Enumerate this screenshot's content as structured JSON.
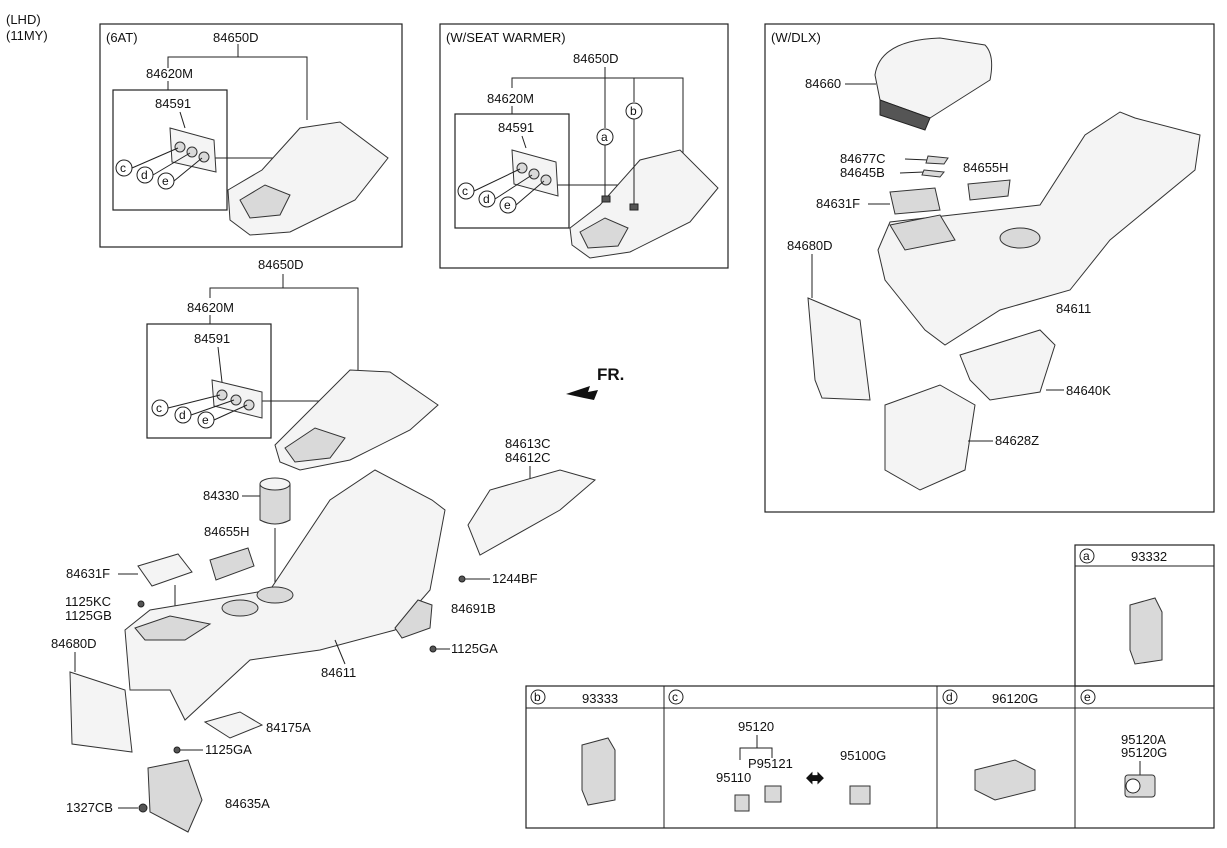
{
  "header": {
    "line1": "(LHD)",
    "line2": "(11MY)"
  },
  "box_6at": {
    "title": "(6AT)",
    "labels": {
      "assy": "84650D",
      "sub": "84620M",
      "panel": "84591"
    },
    "callouts": [
      "c",
      "d",
      "e"
    ]
  },
  "box_seat": {
    "title": "(W/SEAT WARMER)",
    "labels": {
      "assy": "84650D",
      "sub": "84620M",
      "panel": "84591"
    },
    "callouts": [
      "c",
      "d",
      "e",
      "a",
      "b"
    ]
  },
  "box_dlx": {
    "title": "(W/DLX)",
    "labels": {
      "armrest": "84660",
      "p1": "84677C",
      "p2": "84645B",
      "p3": "84655H",
      "p4": "84631F",
      "p5": "84680D",
      "p6": "84611",
      "p7": "84640K",
      "p8": "84628Z"
    }
  },
  "main": {
    "labels": {
      "assy": "84650D",
      "sub": "84620M",
      "panel": "84591",
      "cupholder": "84330",
      "tray": "84655H",
      "mat": "84631F",
      "bolt1a": "1125KC",
      "bolt1b": "1125GB",
      "endcap": "84680D",
      "console": "84611",
      "cover_c": "84613C",
      "cover_c2": "84612C",
      "screw1": "1244BF",
      "bracket": "84691B",
      "screw2": "1125GA",
      "pad": "84175A",
      "screw3": "1125GA",
      "nut": "1327CB",
      "mount": "84635A"
    },
    "callouts": [
      "c",
      "d",
      "e"
    ],
    "fr": "FR."
  },
  "table": {
    "a": {
      "key": "a",
      "part": "93332"
    },
    "b": {
      "key": "b",
      "part": "93333"
    },
    "c": {
      "key": "c",
      "parts": [
        "95120",
        "P95121",
        "95110",
        "95100G"
      ]
    },
    "d": {
      "key": "d",
      "part": "96120G"
    },
    "e": {
      "key": "e",
      "parts": [
        "95120A",
        "95120G"
      ]
    }
  }
}
